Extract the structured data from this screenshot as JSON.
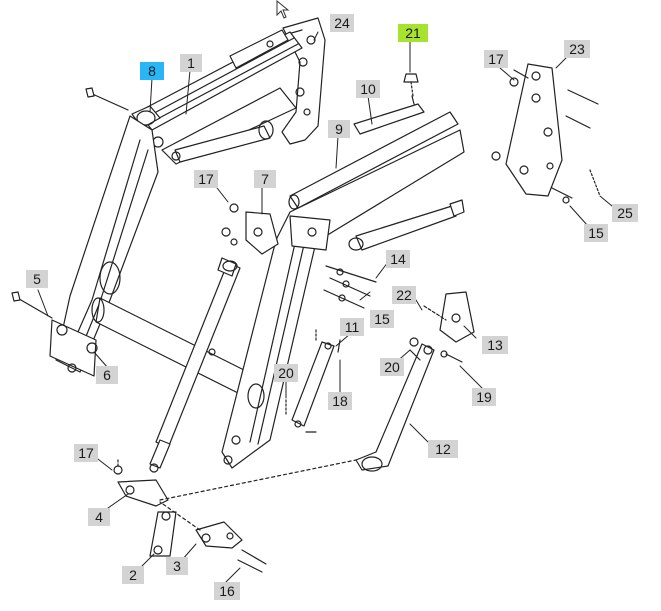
{
  "diagram": {
    "colors": {
      "label_bg": "#d3d3d3",
      "highlight_blue": "#29b6f6",
      "highlight_green": "#a6e22e",
      "line": "#222222"
    },
    "callouts": [
      {
        "id": "1",
        "text": "1"
      },
      {
        "id": "2",
        "text": "2"
      },
      {
        "id": "3",
        "text": "3"
      },
      {
        "id": "4",
        "text": "4"
      },
      {
        "id": "5",
        "text": "5"
      },
      {
        "id": "6",
        "text": "6"
      },
      {
        "id": "7",
        "text": "7"
      },
      {
        "id": "8",
        "text": "8",
        "highlight": "blue"
      },
      {
        "id": "9",
        "text": "9"
      },
      {
        "id": "10",
        "text": "10"
      },
      {
        "id": "11",
        "text": "11"
      },
      {
        "id": "12",
        "text": "12"
      },
      {
        "id": "13",
        "text": "13"
      },
      {
        "id": "14",
        "text": "14"
      },
      {
        "id": "15a",
        "text": "15"
      },
      {
        "id": "15b",
        "text": "15"
      },
      {
        "id": "16",
        "text": "16"
      },
      {
        "id": "17a",
        "text": "17"
      },
      {
        "id": "17b",
        "text": "17"
      },
      {
        "id": "17c",
        "text": "17"
      },
      {
        "id": "18",
        "text": "18"
      },
      {
        "id": "19",
        "text": "19"
      },
      {
        "id": "20a",
        "text": "20"
      },
      {
        "id": "20b",
        "text": "20"
      },
      {
        "id": "21",
        "text": "21",
        "highlight": "green"
      },
      {
        "id": "22",
        "text": "22"
      },
      {
        "id": "23",
        "text": "23"
      },
      {
        "id": "24",
        "text": "24"
      },
      {
        "id": "25",
        "text": "25"
      }
    ]
  }
}
